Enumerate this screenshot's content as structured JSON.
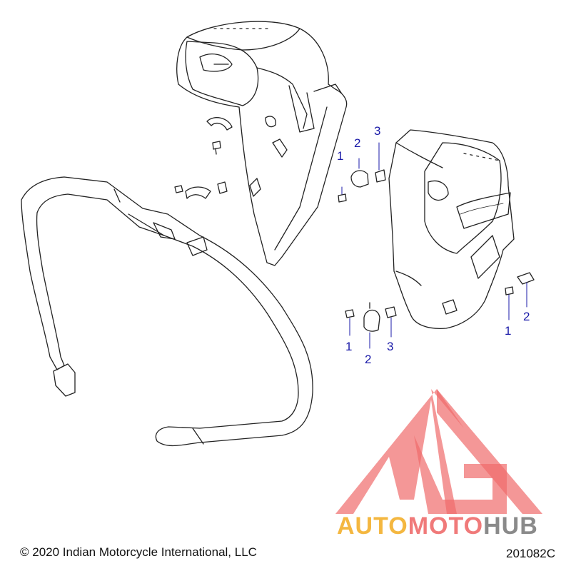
{
  "callouts": {
    "left_group": {
      "c1": "1",
      "c2": "2",
      "c3": "3"
    },
    "lower_group": {
      "c1": "1",
      "c2": "2",
      "c3": "3"
    },
    "right_group": {
      "c1": "1",
      "c2": "2"
    }
  },
  "footer": {
    "copyright": "© 2020 Indian Motorcycle International, LLC",
    "figure_id": "201082C"
  },
  "watermark": {
    "part1": "AUTO",
    "part2": "MOTO",
    "part3": "HUB",
    "colors": {
      "part1": "#f4b740",
      "part2": "#f07a7a",
      "part3": "#8a8a8a",
      "logo": "#ef6b6b"
    }
  },
  "colors": {
    "line": "#222222",
    "callout": "#1a1aa8"
  }
}
